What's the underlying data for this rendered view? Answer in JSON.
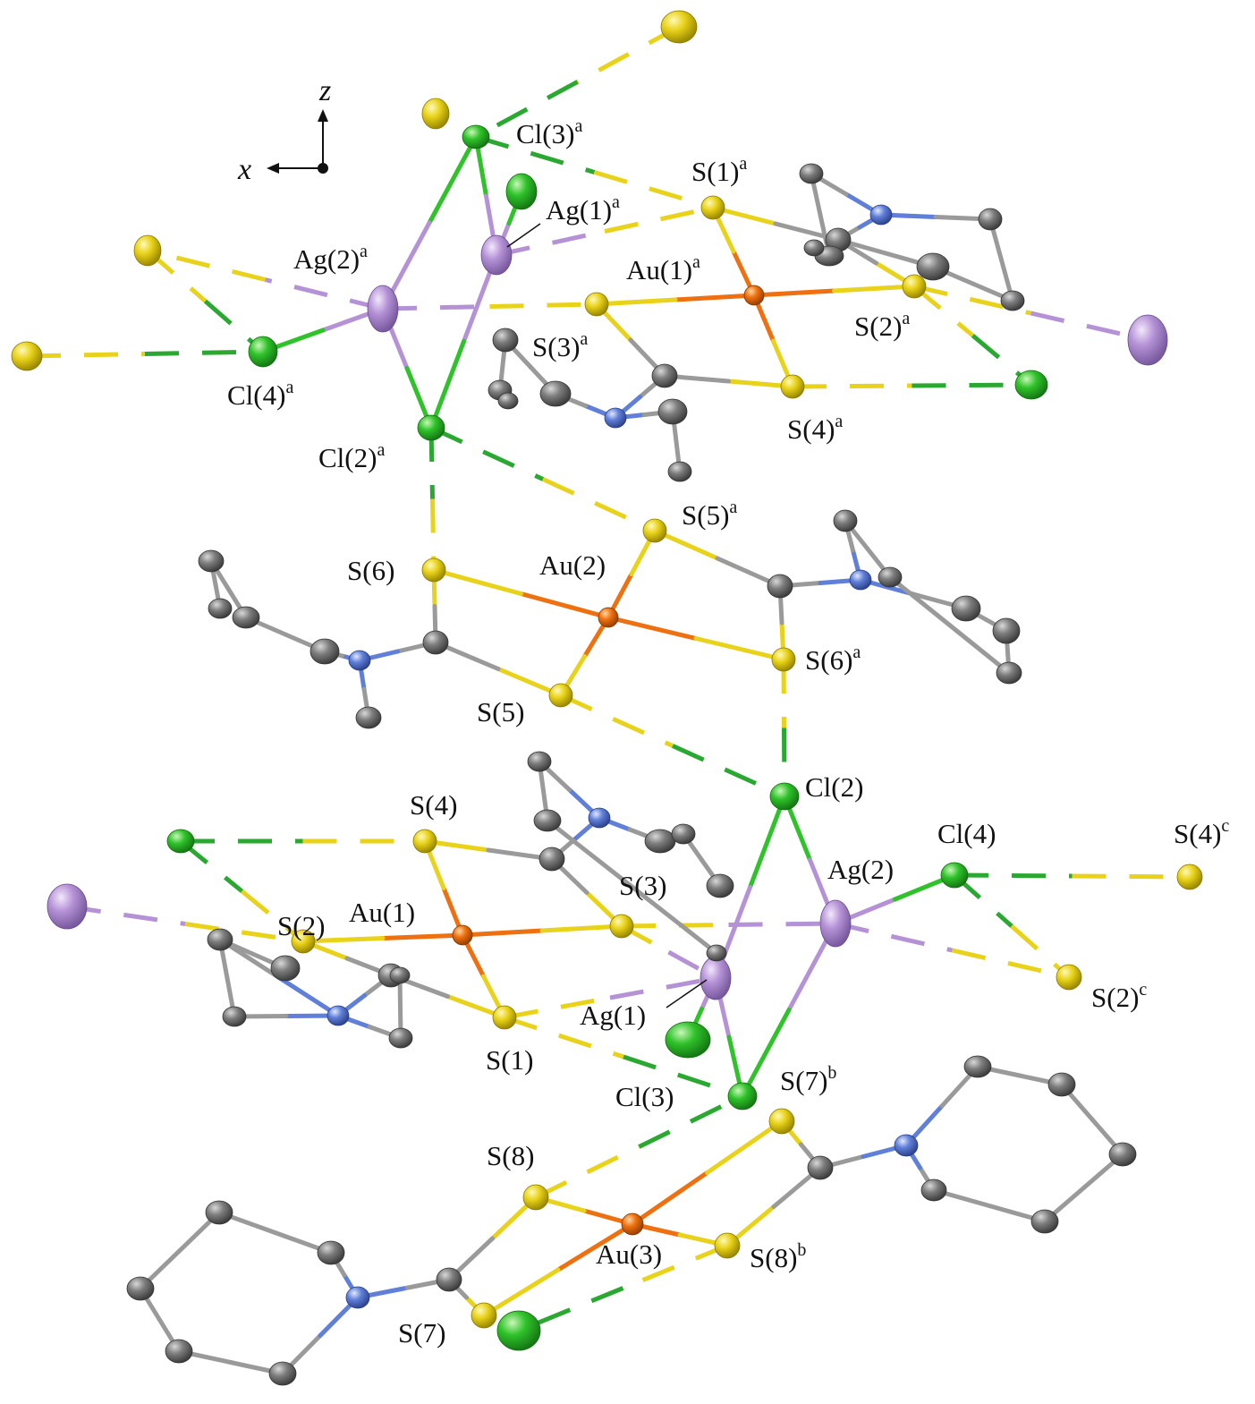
{
  "axes": {
    "z_label": "z",
    "x_label": "x"
  },
  "colors": {
    "Au": "#ee7010",
    "Ag": "#b592d6",
    "S": "#e8d21a",
    "Cl": "#2fc22a",
    "N": "#5f7fd8",
    "C": "#7d7d7d",
    "bond_grey": "#9a9a9a",
    "dash_yellow": "#e8d21a",
    "dash_green": "#2aa832",
    "dash_purple": "#b592d6"
  },
  "atom_labels": [
    {
      "id": "cl3a",
      "main": "Cl(3)",
      "sup": "a"
    },
    {
      "id": "s1a",
      "main": "S(1)",
      "sup": "a"
    },
    {
      "id": "ag1a",
      "main": "Ag(1)",
      "sup": "a"
    },
    {
      "id": "ag2a",
      "main": "Ag(2)",
      "sup": "a"
    },
    {
      "id": "au1a",
      "main": "Au(1)",
      "sup": "a"
    },
    {
      "id": "s2a",
      "main": "S(2)",
      "sup": "a"
    },
    {
      "id": "s3a",
      "main": "S(3)",
      "sup": "a"
    },
    {
      "id": "cl4a",
      "main": "Cl(4)",
      "sup": "a"
    },
    {
      "id": "s4a",
      "main": "S(4)",
      "sup": "a"
    },
    {
      "id": "cl2a",
      "main": "Cl(2)",
      "sup": "a"
    },
    {
      "id": "s5a",
      "main": "S(5)",
      "sup": "a"
    },
    {
      "id": "s6",
      "main": "S(6)",
      "sup": ""
    },
    {
      "id": "au2",
      "main": "Au(2)",
      "sup": ""
    },
    {
      "id": "s6a",
      "main": "S(6)",
      "sup": "a"
    },
    {
      "id": "s5",
      "main": "S(5)",
      "sup": ""
    },
    {
      "id": "cl2",
      "main": "Cl(2)",
      "sup": ""
    },
    {
      "id": "s4",
      "main": "S(4)",
      "sup": ""
    },
    {
      "id": "cl4",
      "main": "Cl(4)",
      "sup": ""
    },
    {
      "id": "s4c",
      "main": "S(4)",
      "sup": "c"
    },
    {
      "id": "ag2",
      "main": "Ag(2)",
      "sup": ""
    },
    {
      "id": "s3",
      "main": "S(3)",
      "sup": ""
    },
    {
      "id": "s2",
      "main": "S(2)",
      "sup": ""
    },
    {
      "id": "au1",
      "main": "Au(1)",
      "sup": ""
    },
    {
      "id": "s2c",
      "main": "S(2)",
      "sup": "c"
    },
    {
      "id": "ag1",
      "main": "Ag(1)",
      "sup": ""
    },
    {
      "id": "s1",
      "main": "S(1)",
      "sup": ""
    },
    {
      "id": "cl3",
      "main": "Cl(3)",
      "sup": ""
    },
    {
      "id": "s7b",
      "main": "S(7)",
      "sup": "b"
    },
    {
      "id": "s8",
      "main": "S(8)",
      "sup": ""
    },
    {
      "id": "au3",
      "main": "Au(3)",
      "sup": ""
    },
    {
      "id": "s8b",
      "main": "S(8)",
      "sup": "b"
    },
    {
      "id": "s7",
      "main": "S(7)",
      "sup": ""
    }
  ]
}
